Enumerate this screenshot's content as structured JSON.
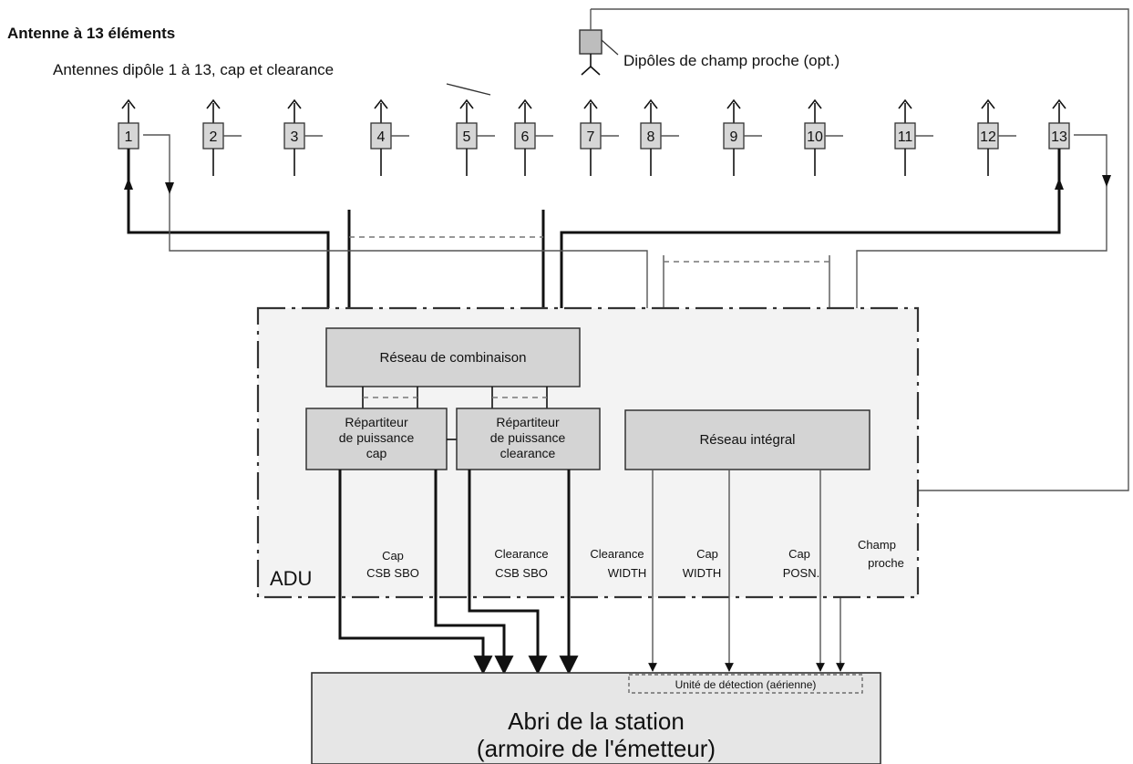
{
  "title": "Antenne à 13 éléments",
  "subtitle": "Antennes dipôle 1 à 13, cap et clearance",
  "near_field_dipole_label": "Dipôles de champ proche (opt.)",
  "antenna_numbers": [
    "1",
    "2",
    "3",
    "4",
    "5",
    "6",
    "7",
    "8",
    "9",
    "10",
    "11",
    "12",
    "13"
  ],
  "adu_label": "ADU",
  "combining_network_label": "Réseau de combinaison",
  "course_splitter_lines": [
    "Répartiteur",
    "de puissance",
    "cap"
  ],
  "clearance_splitter_lines": [
    "Répartiteur",
    "de puissance",
    "clearance"
  ],
  "integral_network_label": "Réseau intégral",
  "signal_labels": [
    {
      "line1": "Cap",
      "line2": "CSB    SBO"
    },
    {
      "line1": "Clearance",
      "line2": "CSB    SBO"
    },
    {
      "line1": "Clearance",
      "line2": "WIDTH"
    },
    {
      "line1": "Cap",
      "line2": "WIDTH"
    },
    {
      "line1": "Cap",
      "line2": "POSN."
    },
    {
      "line1": "Champ",
      "line2": "proche"
    }
  ],
  "detection_unit_label": "Unité de détection (aérienne)",
  "station_shelter_line1": "Abri de la station",
  "station_shelter_line2": "(armoire de l'émetteur)"
}
